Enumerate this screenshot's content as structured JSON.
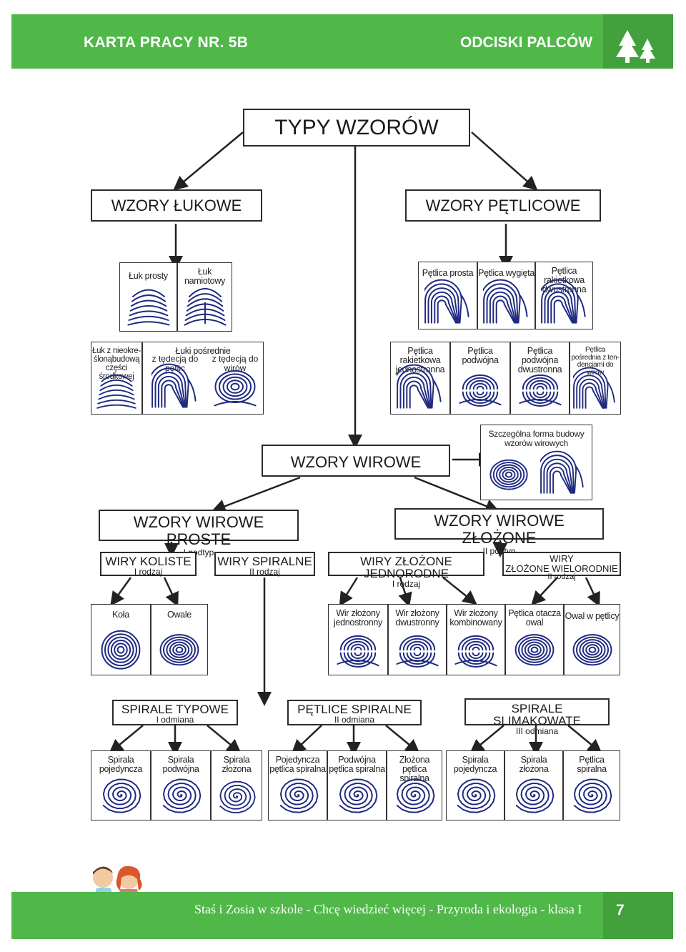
{
  "header": {
    "left_title": "KARTA PRACY NR.  5B",
    "right_title": "ODCISKI PALCÓW",
    "icon": "pine-trees-icon"
  },
  "diagram": {
    "root": "TYPY WZORÓW",
    "arch": "WZORY ŁUKOWE",
    "loop": "WZORY PĘTLICOWE",
    "whorl": "WZORY WIROWE",
    "special_whorl": "Szczególna forma budowy wzorów wirowych",
    "whorl_simple": {
      "title": "WZORY WIROWE PROSTE",
      "sub": "I podtyp"
    },
    "whorl_complex": {
      "title": "WZORY WIROWE ZŁOŻONE",
      "sub": "II podtyp"
    },
    "circular": {
      "title": "WIRY KOLISTE",
      "sub": "I rodzaj"
    },
    "spiral": {
      "title": "WIRY SPIRALNE",
      "sub": "II rodzaj"
    },
    "complex_homog": {
      "title": "WIRY ZŁOŻONE JEDNORODNE",
      "sub": "I rodzaj"
    },
    "complex_heter": {
      "title1": "WIRY",
      "title2": "ZŁOŻONE WIELORODNIE",
      "sub": "II rodzaj"
    },
    "spirals_typical": {
      "title": "SPIRALE TYPOWE",
      "sub": "I odmiana"
    },
    "loop_spirals": {
      "title": "PĘTLICE SPIRALNE",
      "sub": "II odmiana"
    },
    "snail_spirals": {
      "title": "SPIRALE SLIMAKOWATE",
      "sub": "III odmiana"
    }
  },
  "cards": {
    "arch_simple": "Łuk  prosty",
    "arch_tented": "Łuk namiotowy",
    "arch_irregular": "Łuk z nieokre-ślonąbudową części środkowej",
    "arch_intermediate": "Łuki pośrednie",
    "arch_to_loop": "z tędecją do pętlic",
    "arch_to_whorl": "z tędecją do wirów",
    "loop_straight": "Pętlica prosta",
    "loop_bent": "Pętlica wygięta",
    "loop_racket_2": "Pętlica rakietkowa dwustronna",
    "loop_racket_1": "Pętlica rakietkowa jednostronna",
    "loop_double": "Pętlica podwójna",
    "loop_double_2": "Pętlica podwójna dwustronna",
    "loop_intermediate": "Pętlica pośrednia z ten-dencjami do wirów",
    "wheel": "Koła",
    "ovals": "Owale",
    "w_one_side": "Wir złożony jednostronny",
    "w_two_side": "Wir złożony dwustronny",
    "w_combined": "Wir złożony kombinowany",
    "loop_around_oval": "Pętlica otacza owal",
    "oval_in_loop": "Owal w pętlicy",
    "spiral_single": "Spirala pojedyncza",
    "spiral_double": "Spirala podwójna",
    "spiral_complex": "Spirala złożona",
    "loop_spiral_single": "Pojedyncza pętlica spiralna",
    "loop_spiral_double": "Podwójna pętlica spiralna",
    "loop_spiral_complex": "Złożona pętlica spiralna",
    "snail_single": "Spirala pojedyncza",
    "snail_complex": "Spirala złożona",
    "snail_loop": "Pętlica spiralna"
  },
  "footer": {
    "text": "Staś i Zosia w szkole - Chcę wiedzieć więcej  - Przyroda i ekologia - klasa I",
    "page": "7",
    "icon": "children-illustration"
  },
  "colors": {
    "green": "#4fb848",
    "green_dark": "#42a13c",
    "print_blue": "#1f2a80"
  }
}
